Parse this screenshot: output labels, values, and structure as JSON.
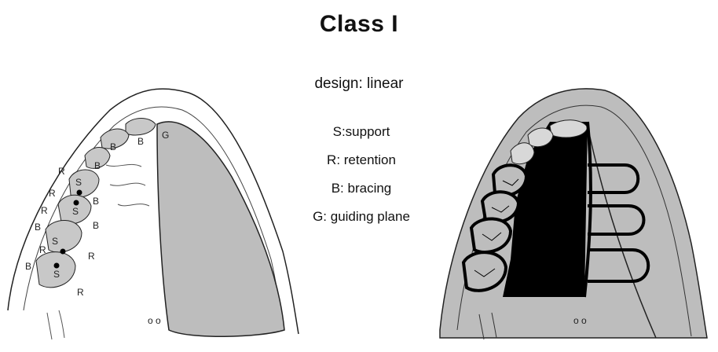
{
  "title": "Class I",
  "design": "design: linear",
  "legend": [
    {
      "key": "S",
      "text": "S:support"
    },
    {
      "key": "R",
      "text": "R: retention"
    },
    {
      "key": "B",
      "text": "B: bracing"
    },
    {
      "key": "G",
      "text": "G: guiding plane"
    }
  ],
  "left_diagram": {
    "guide_label": "G",
    "tooth_labels": [
      "B",
      "B",
      "B",
      "S",
      "S",
      "S",
      "S"
    ],
    "side_labels": [
      "R",
      "R",
      "R",
      "B",
      "B",
      "B",
      "R",
      "R",
      "B",
      "R"
    ]
  },
  "colors": {
    "base_gray": "#bdbdbd",
    "tooth_gray": "#c8c8c8",
    "frame_black": "#000000",
    "line": "#222222"
  }
}
